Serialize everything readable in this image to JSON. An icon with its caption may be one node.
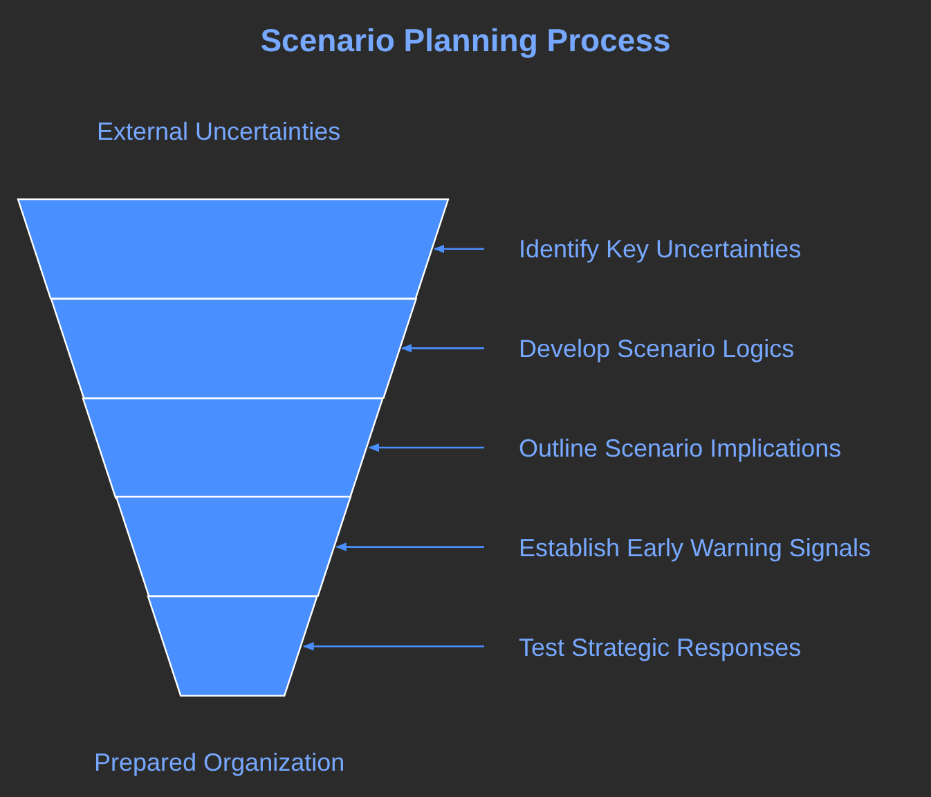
{
  "diagram": {
    "title": "Scenario Planning Process",
    "nodes": [
      {
        "text": [],
        "shape": "trapezoid"
      },
      {
        "text": [],
        "shape": "trapezoid"
      },
      {
        "text": [],
        "shape": "trapezoid"
      },
      {
        "text": [],
        "shape": "trapezoid"
      },
      {
        "text": [],
        "shape": "trapezoid"
      },
      {
        "text": [
          "Identify Key Uncertainties"
        ]
      },
      {
        "text": [
          "Develop Scenario Logics"
        ]
      },
      {
        "text": [
          "Outline Scenario Implications"
        ]
      },
      {
        "text": [
          "Establish Early Warning Signals"
        ]
      },
      {
        "text": [
          "Test Strategic Responses"
        ]
      }
    ],
    "edges": [
      {
        "from": 5,
        "to": 0,
        "arrow": "to"
      },
      {
        "from": 6,
        "to": 1,
        "arrow": "to"
      },
      {
        "from": 7,
        "to": 2,
        "arrow": "to"
      },
      {
        "from": 8,
        "to": 3,
        "arrow": "to"
      },
      {
        "from": 9,
        "to": 4,
        "arrow": "to"
      }
    ],
    "labels": [
      "External Uncertainties",
      "Prepared Organization"
    ]
  }
}
